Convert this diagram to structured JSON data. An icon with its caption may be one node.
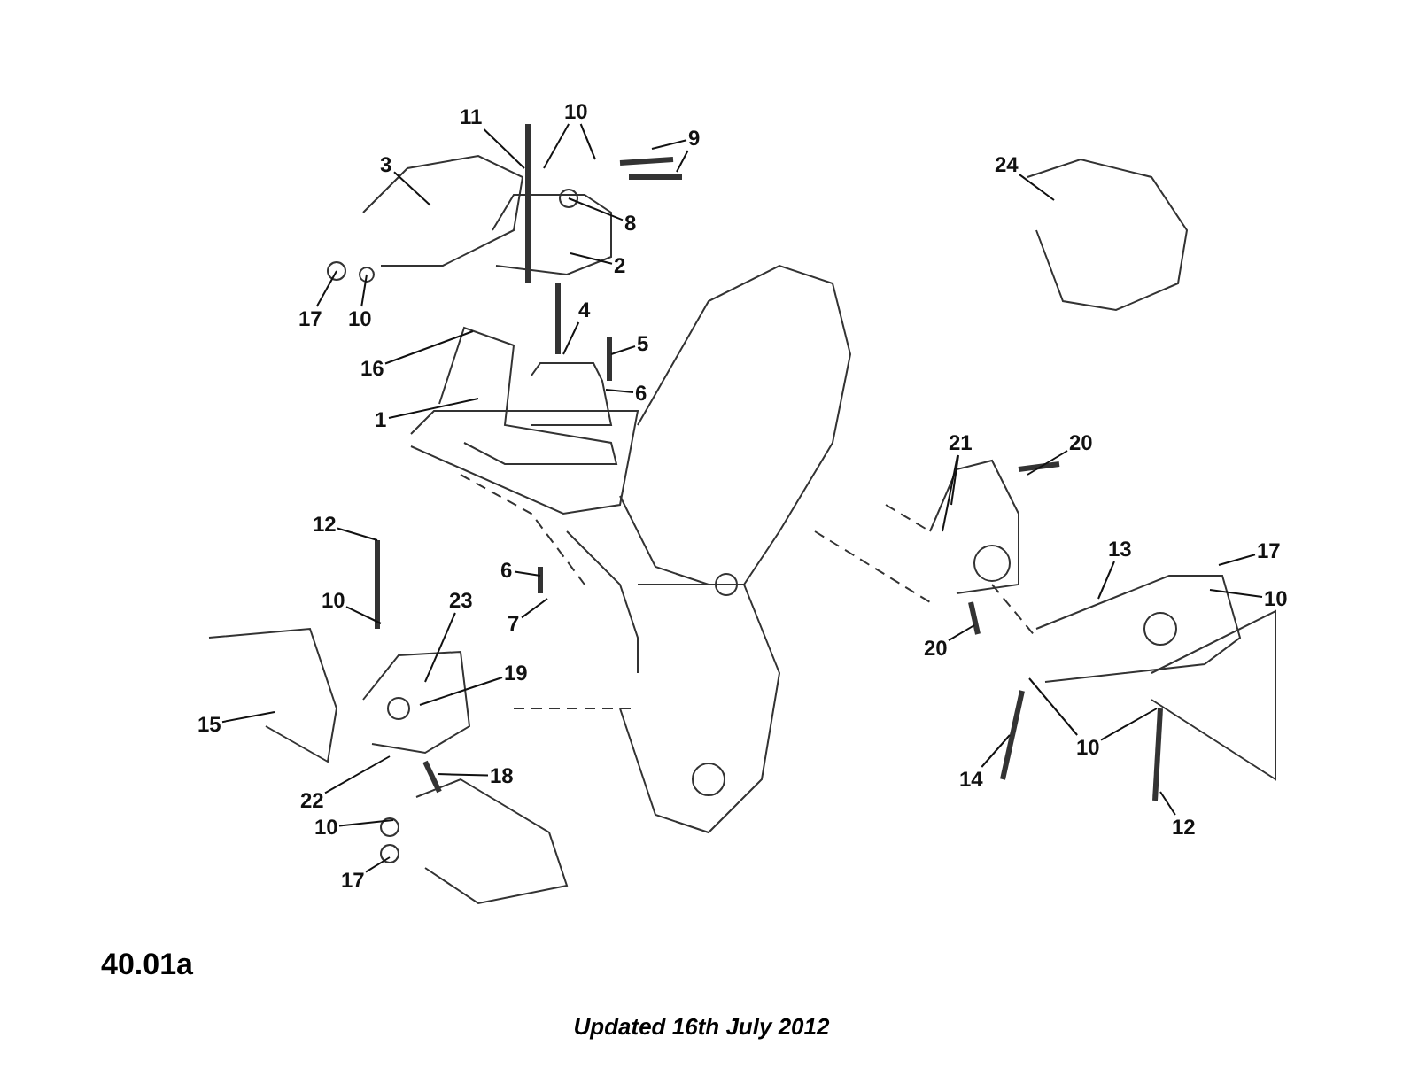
{
  "diagram": {
    "caption": "Updated 16th July 2012",
    "nodes": [
      {
        "text": [
          "11"
        ]
      },
      {
        "text": [
          "10"
        ]
      },
      {
        "text": [
          "9"
        ]
      },
      {
        "text": [
          "3"
        ]
      },
      {
        "text": [
          "8"
        ]
      },
      {
        "text": [
          "17"
        ]
      },
      {
        "text": [
          "10"
        ]
      },
      {
        "text": [
          "2"
        ]
      },
      {
        "text": [
          "4"
        ]
      },
      {
        "text": [
          "16"
        ]
      },
      {
        "text": [
          "5"
        ]
      },
      {
        "text": [
          "6"
        ]
      },
      {
        "text": [
          "1"
        ]
      },
      {
        "text": [
          "24"
        ]
      },
      {
        "text": [
          "21"
        ]
      },
      {
        "text": [
          "20"
        ]
      },
      {
        "text": [
          "12"
        ]
      },
      {
        "text": [
          "6"
        ]
      },
      {
        "text": [
          "7"
        ]
      },
      {
        "text": [
          "10"
        ]
      },
      {
        "text": [
          "23"
        ]
      },
      {
        "text": [
          "13"
        ]
      },
      {
        "text": [
          "17"
        ]
      },
      {
        "text": [
          "10"
        ]
      },
      {
        "text": [
          "19"
        ]
      },
      {
        "text": [
          "20"
        ]
      },
      {
        "text": [
          "15"
        ]
      },
      {
        "text": [
          "22"
        ]
      },
      {
        "text": [
          "18"
        ]
      },
      {
        "text": [
          "10"
        ]
      },
      {
        "text": [
          "14"
        ]
      },
      {
        "text": [
          "12"
        ]
      },
      {
        "text": [
          "10"
        ]
      },
      {
        "text": [
          "17"
        ]
      }
    ],
    "edges": [
      {
        "from": 0,
        "to": null,
        "arrow": "none"
      },
      {
        "from": 1,
        "to": null,
        "arrow": "none"
      },
      {
        "from": 1,
        "to": null,
        "arrow": "none"
      },
      {
        "from": 2,
        "to": null,
        "arrow": "none"
      },
      {
        "from": 2,
        "to": null,
        "arrow": "none"
      },
      {
        "from": 3,
        "to": null,
        "arrow": "none"
      },
      {
        "from": 4,
        "to": null,
        "arrow": "none"
      },
      {
        "from": 5,
        "to": null,
        "arrow": "none"
      },
      {
        "from": 6,
        "to": null,
        "arrow": "none"
      },
      {
        "from": 7,
        "to": null,
        "arrow": "none"
      },
      {
        "from": 8,
        "to": null,
        "arrow": "none"
      },
      {
        "from": 9,
        "to": null,
        "arrow": "none"
      },
      {
        "from": 10,
        "to": null,
        "arrow": "none"
      },
      {
        "from": 11,
        "to": null,
        "arrow": "none"
      },
      {
        "from": 12,
        "to": null,
        "arrow": "none"
      },
      {
        "from": 13,
        "to": null,
        "arrow": "none"
      },
      {
        "from": 14,
        "to": null,
        "arrow": "none"
      },
      {
        "from": 14,
        "to": null,
        "arrow": "none"
      },
      {
        "from": 15,
        "to": null,
        "arrow": "none"
      },
      {
        "from": 16,
        "to": null,
        "arrow": "none"
      },
      {
        "from": 17,
        "to": null,
        "arrow": "none"
      },
      {
        "from": 18,
        "to": null,
        "arrow": "none"
      },
      {
        "from": 19,
        "to": null,
        "arrow": "none"
      },
      {
        "from": 20,
        "to": null,
        "arrow": "none"
      },
      {
        "from": 21,
        "to": null,
        "arrow": "none"
      },
      {
        "from": 22,
        "to": null,
        "arrow": "none"
      },
      {
        "from": 23,
        "to": null,
        "arrow": "none"
      },
      {
        "from": 24,
        "to": null,
        "arrow": "none"
      },
      {
        "from": 25,
        "to": null,
        "arrow": "none"
      },
      {
        "from": 26,
        "to": null,
        "arrow": "none"
      },
      {
        "from": 27,
        "to": null,
        "arrow": "none"
      },
      {
        "from": 28,
        "to": null,
        "arrow": "none"
      },
      {
        "from": 29,
        "to": null,
        "arrow": "none"
      },
      {
        "from": 29,
        "to": null,
        "arrow": "none"
      },
      {
        "from": 30,
        "to": null,
        "arrow": "none"
      },
      {
        "from": 31,
        "to": null,
        "arrow": "none"
      },
      {
        "from": 32,
        "to": null,
        "arrow": "none"
      },
      {
        "from": 33,
        "to": null,
        "arrow": "none"
      }
    ],
    "labels": [
      "40.01a"
    ]
  }
}
